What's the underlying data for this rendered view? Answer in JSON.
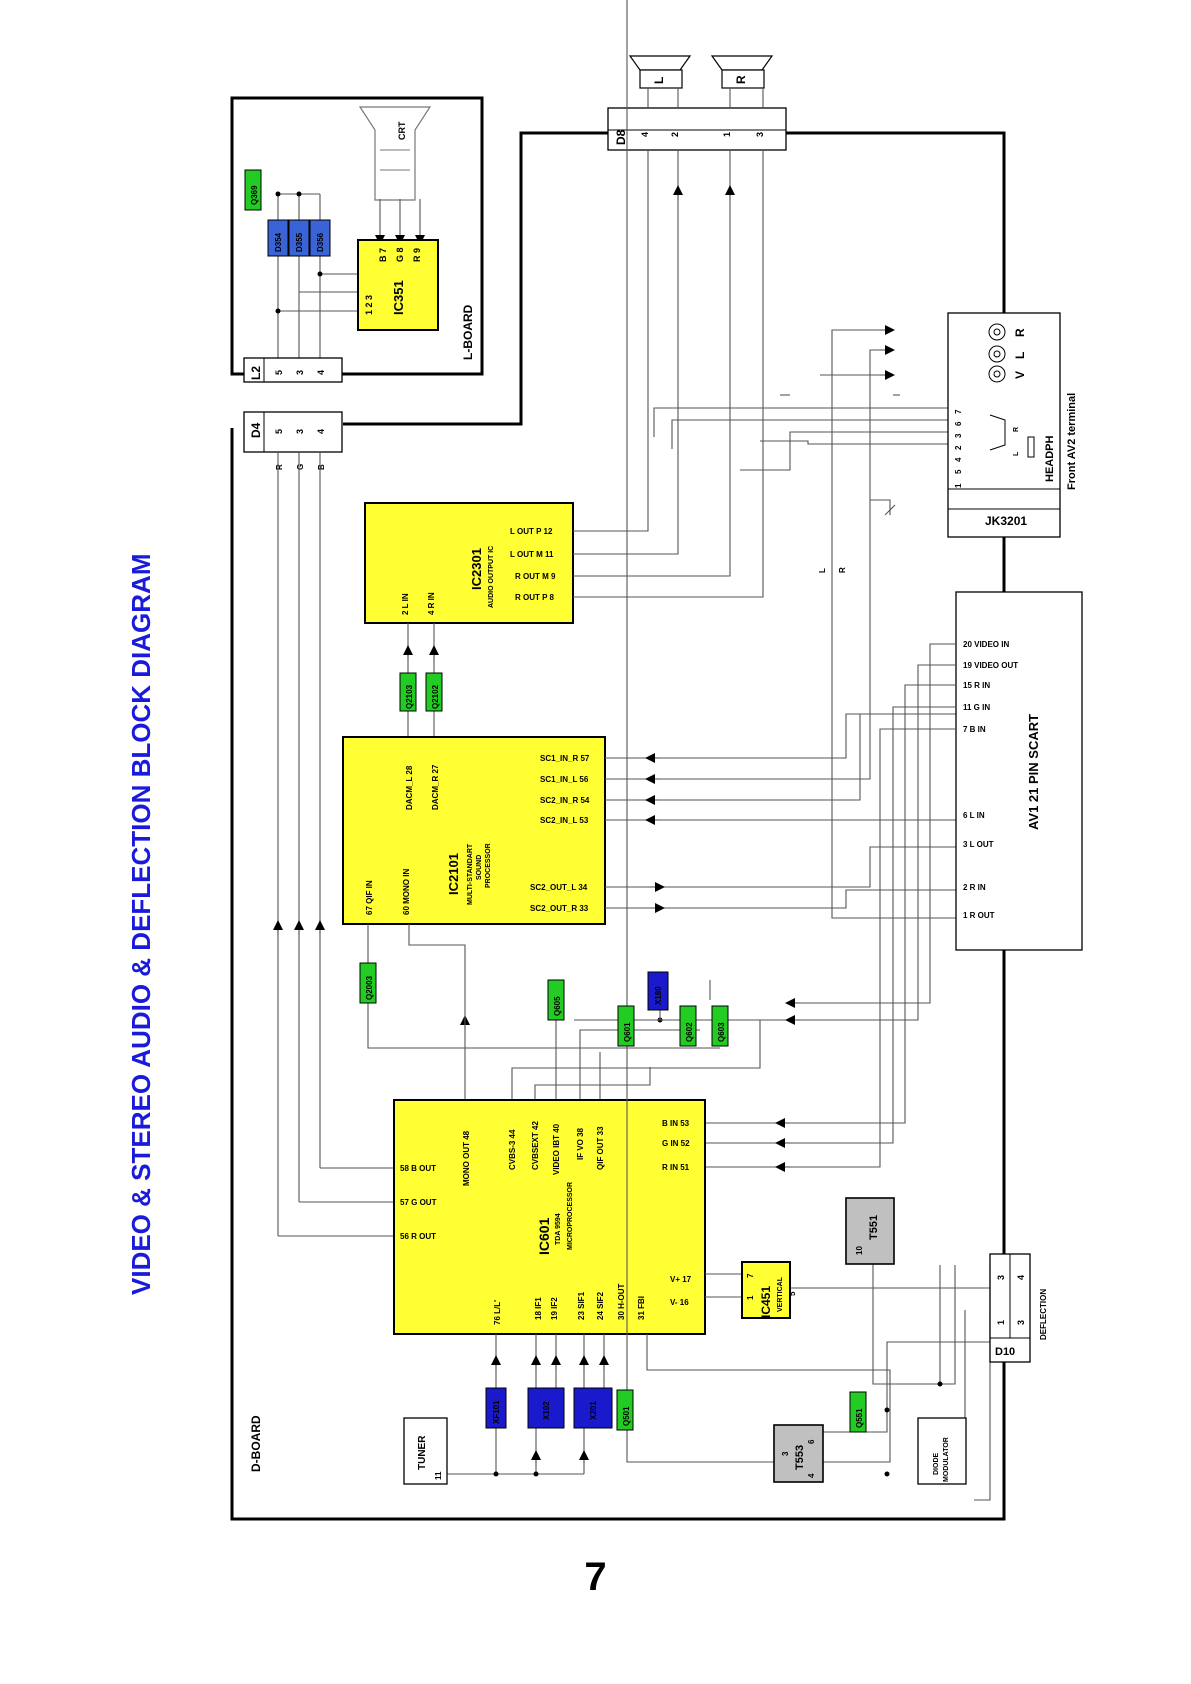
{
  "title": "VIDEO & STEREO AUDIO & DEFLECTION BLOCK DIAGRAM",
  "page_number": "7",
  "boards": {
    "d_board": "D-BOARD",
    "l_board": "L-BOARD"
  },
  "crt": {
    "label": "CRT"
  },
  "speakers": {
    "left": "L",
    "right": "R"
  },
  "connectors": {
    "d8": {
      "name": "D8",
      "pins": [
        "4",
        "2",
        "1",
        "3"
      ]
    },
    "l2": {
      "name": "L2",
      "pins": [
        "5",
        "3",
        "4"
      ]
    },
    "d4": {
      "name": "D4",
      "pins": [
        "5",
        "3",
        "4"
      ],
      "signals": [
        "R",
        "G",
        "B"
      ]
    },
    "d10": {
      "name": "D10",
      "pins": [
        "1",
        "3",
        "3",
        "4"
      ],
      "label": "DEFLECTION"
    }
  },
  "chips": {
    "ic351": {
      "name": "IC351",
      "left_pins": "1 2 3",
      "right_pins": [
        "B 7",
        "G 8",
        "R 9"
      ]
    },
    "ic2301": {
      "name": "IC2301",
      "subtitle": "AUDIO OUTPUT IC",
      "inputs": [
        "2 L IN",
        "4 R IN"
      ],
      "outputs": [
        "L OUT P 12",
        "L OUT M 11",
        "R OUT M 9",
        "R OUT P 8"
      ]
    },
    "ic2101": {
      "name": "IC2101",
      "subtitle": [
        "MULTI-STANDART",
        "SOUND",
        "PROCESSOR"
      ],
      "pins_left": [
        "67 QIF IN",
        "60 MONO IN"
      ],
      "pins_top": [
        "DACM_L 28",
        "DACM_R 27"
      ],
      "pins_right": [
        "SC1_IN_R 57",
        "SC1_IN_L 56",
        "SC2_IN_R 54",
        "SC2_IN_L 53",
        "SC2_OUT_L 34",
        "SC2_OUT_R 33"
      ]
    },
    "ic601": {
      "name": "IC601",
      "subtitle": [
        "TDA 9594",
        "MICROPROCESSOR"
      ],
      "pins_left": [
        "58 B OUT",
        "57 G OUT",
        "56 R OUT"
      ],
      "pins_top": [
        "MONO OUT 48",
        "CVBS-3 44",
        "CVBSEXT 42",
        "VIDEO IBT 40",
        "IF VO 38",
        "QIF OUT 33"
      ],
      "pins_right": [
        "B IN 53",
        "G IN 52",
        "R IN 51",
        "V+ 17",
        "V- 16"
      ],
      "pins_bottom": [
        "76 L/L'",
        "18 IF1",
        "19 IF2",
        "23 SIF1",
        "24 SIF2",
        "30 H-OUT",
        "31 FBI"
      ]
    },
    "ic451": {
      "name": "IC451",
      "subtitle": "VERTICAL",
      "pins": [
        "1",
        "7",
        "5"
      ]
    }
  },
  "transistors_green": [
    "Q369",
    "Q2103",
    "Q2102",
    "Q2003",
    "Q605",
    "Q601",
    "Q602",
    "Q603",
    "Q501",
    "Q551"
  ],
  "diodes_blue": [
    "D354",
    "D355",
    "D356"
  ],
  "filters_blue": [
    "X180",
    "XF101",
    "X102",
    "X201"
  ],
  "transformers": {
    "t551": {
      "name": "T551",
      "pin": "10"
    },
    "t553": {
      "name": "T553",
      "pins": [
        "3",
        "4",
        "6"
      ]
    }
  },
  "tuner": {
    "name": "TUNER",
    "pin": "11"
  },
  "diode_modulator": [
    "DIODE",
    "MODULATOR"
  ],
  "jk3201": {
    "name": "JK3201",
    "headphone": "HEADPH",
    "front_terminal": "Front AV2 terminal",
    "jacks": [
      "V",
      "L",
      "R"
    ],
    "pins": [
      "1",
      "5",
      "4",
      "2",
      "3",
      "6",
      "7"
    ],
    "jack_letters": [
      "L",
      "R"
    ]
  },
  "scart": {
    "name": "AV1 21 PIN SCART",
    "pins": [
      "20 VIDEO IN",
      "19 VIDEO OUT",
      "15 R IN",
      "11 G IN",
      "7  B IN",
      "6  L IN",
      "3  L OUT",
      "2  R IN",
      "1  R OUT"
    ]
  },
  "wire_labels": {
    "l": "L",
    "r": "R"
  }
}
